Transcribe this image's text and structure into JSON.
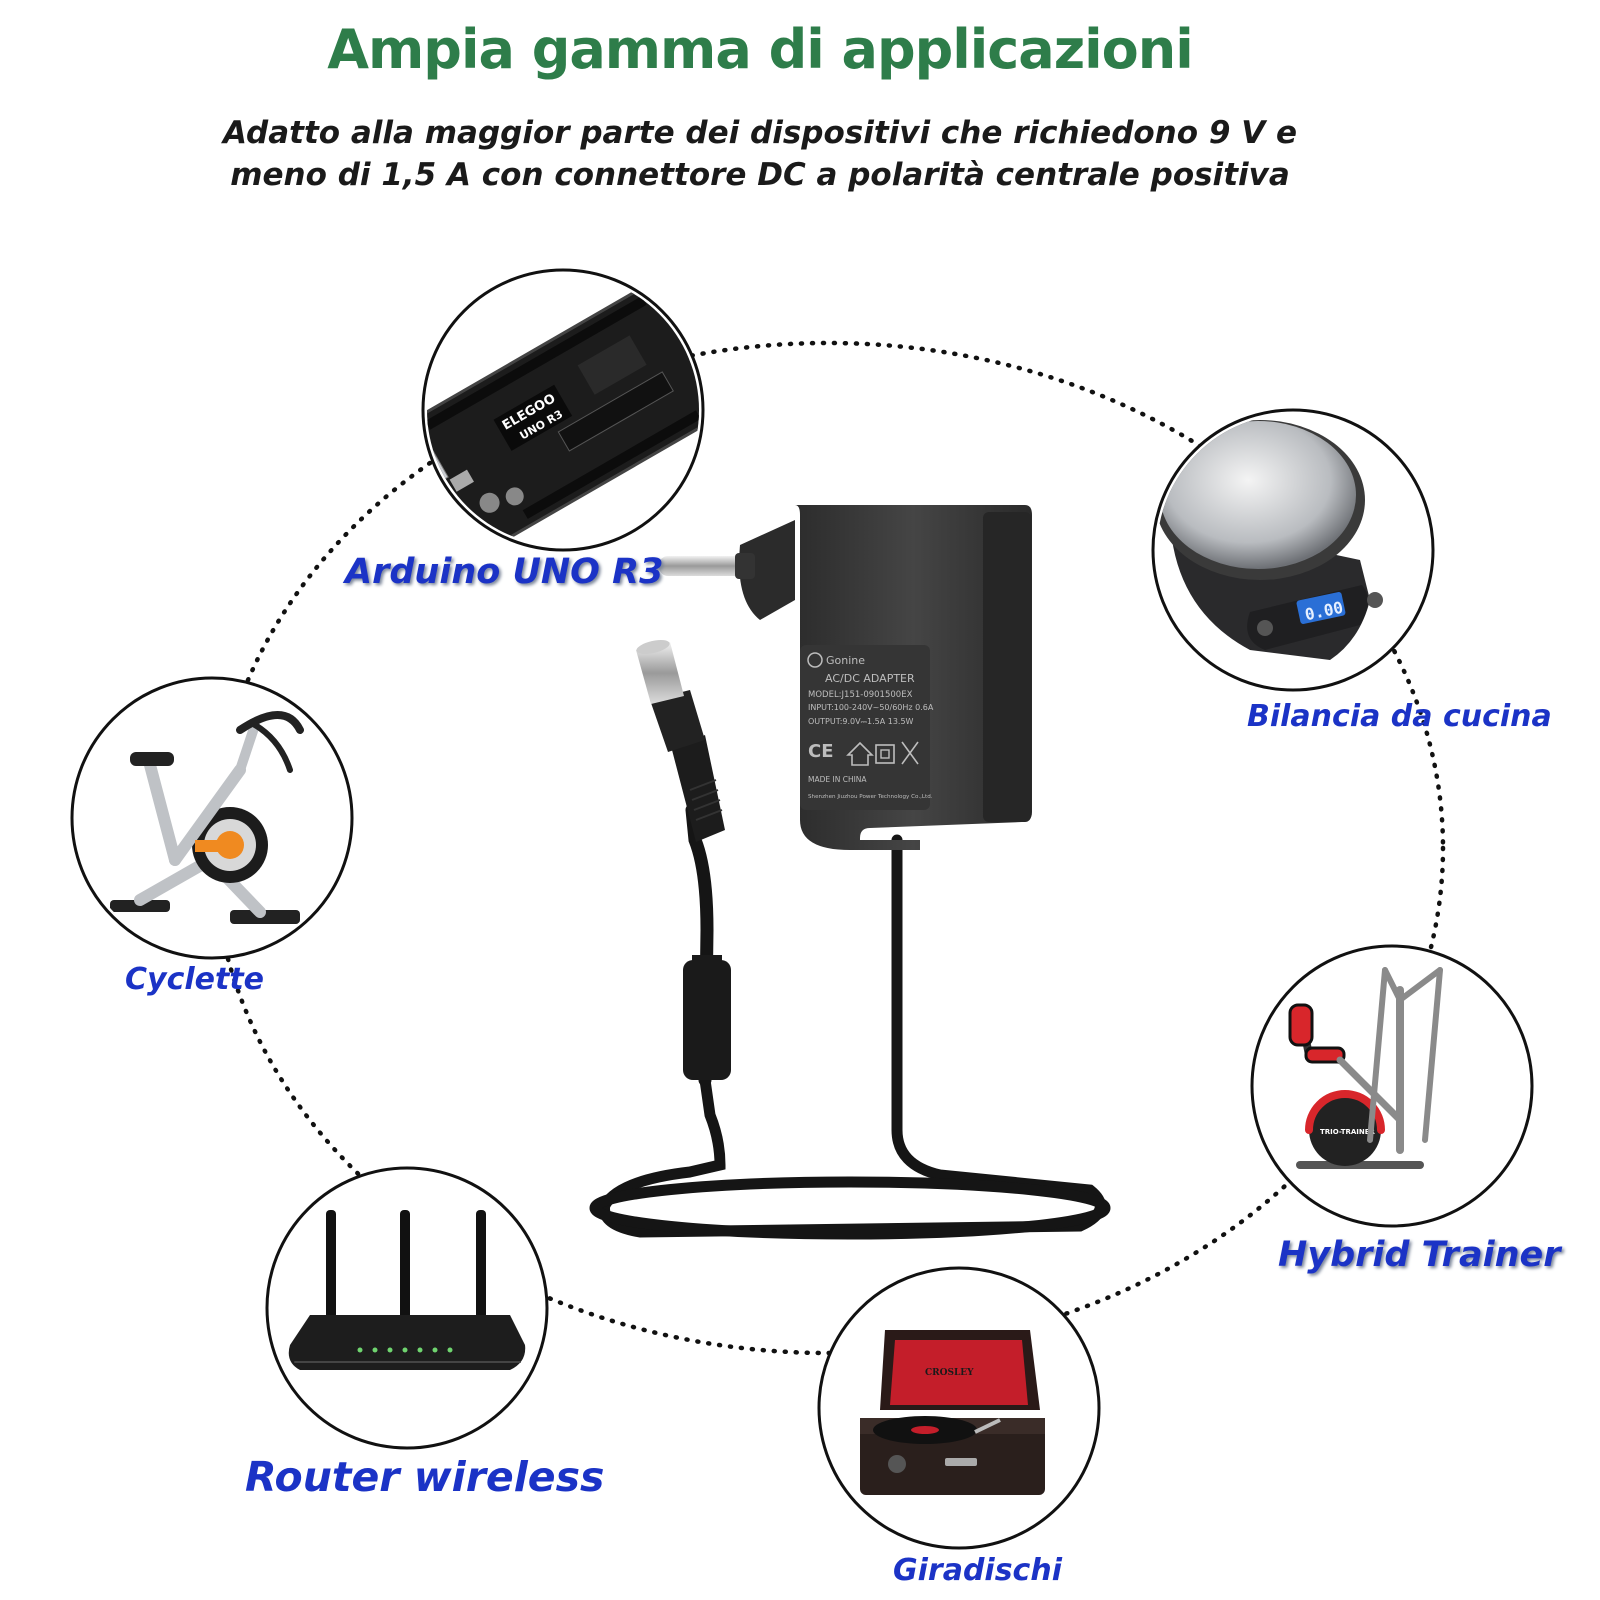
{
  "header": {
    "title": "Ampia gamma di applicazioni",
    "subtitle_line1": "Adatto alla maggior parte dei dispositivi che richiedono 9 V e",
    "subtitle_line2": "meno di 1,5 A con connettore DC a polarità centrale positiva"
  },
  "colors": {
    "title": "#2e7d4a",
    "label": "#1b33c6",
    "text": "#1a1a1a",
    "adapter": "#3a3a3a"
  },
  "adapter": {
    "brand": "Gonine",
    "type": "AC/DC ADAPTER",
    "model": "MODEL:J151-0901500EX",
    "input": "INPUT:100-240V~50/60Hz 0.6A",
    "output": "OUTPUT:9.0V⎓1.5A  13.5W",
    "origin": "MADE IN CHINA",
    "maker": "Shenzhen Jiuzhou Power Technology Co.,Ltd."
  },
  "devices": [
    {
      "label": "Arduino UNO R3",
      "icon": "arduino-board-icon"
    },
    {
      "label": "Bilancia da cucina",
      "icon": "kitchen-scale-icon"
    },
    {
      "label": "Cyclette",
      "icon": "exercise-bike-icon"
    },
    {
      "label": "Hybrid Trainer",
      "icon": "hybrid-trainer-icon"
    },
    {
      "label": "Router wireless",
      "icon": "wireless-router-icon"
    },
    {
      "label": "Giradischi",
      "icon": "record-player-icon"
    }
  ],
  "arduino": {
    "brand": "ELEGOO",
    "model": "UNO R3"
  },
  "scale": {
    "display": "0.00"
  },
  "turntable": {
    "brand": "CROSLEY"
  },
  "trainer": {
    "brand": "TRIO-TRAINER"
  }
}
